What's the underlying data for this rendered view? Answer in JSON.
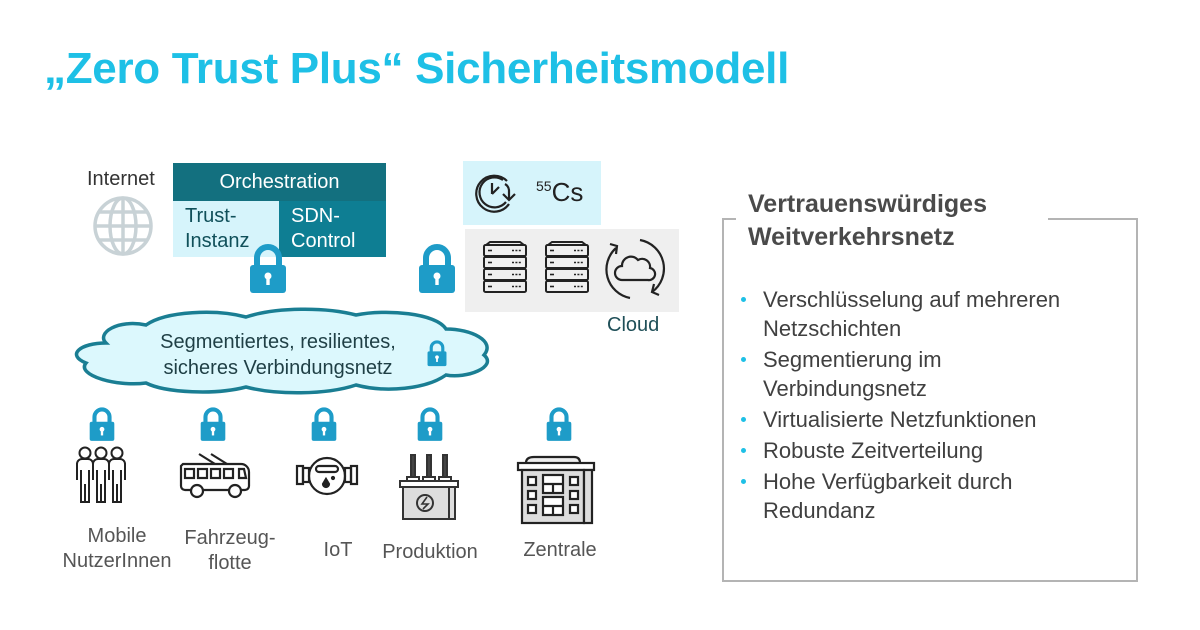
{
  "title": "„Zero Trust Plus“ Sicherheitsmodell",
  "colors": {
    "accent": "#1ec0e6",
    "orchestration_bg": "#13707f",
    "sdn_bg": "#0e7e93",
    "light_cyan": "#d6f4fb",
    "lock": "#1e9cc8",
    "panel_border": "#b4b4b4"
  },
  "diagram": {
    "internet": {
      "label": "Internet",
      "icon": "globe-icon"
    },
    "orchestration": {
      "label": "Orchestration",
      "trust_instance": {
        "line1": "Trust-",
        "line2": "Instanz"
      },
      "sdn_control": {
        "line1": "SDN-",
        "line2": "Control"
      }
    },
    "time_source": {
      "icon": "clock-sync-icon",
      "element": "Cs",
      "mass_number": "55"
    },
    "cloud": {
      "label": "Cloud",
      "icons": [
        "server-rack-icon",
        "server-rack-icon",
        "cloud-sync-icon"
      ]
    },
    "network": {
      "line1": "Segmentiertes, resilientes,",
      "line2": "sicheres Verbindungsnetz"
    },
    "devices": [
      {
        "line1": "Mobile",
        "line2": "NutzerInnen",
        "icon": "users-icon"
      },
      {
        "line1": "Fahrzeug-",
        "line2": "flotte",
        "icon": "trolleybus-icon"
      },
      {
        "line1": "IoT",
        "line2": "",
        "icon": "water-meter-icon"
      },
      {
        "line1": "Produktion",
        "line2": "",
        "icon": "transformer-icon"
      },
      {
        "line1": "Zentrale",
        "line2": "",
        "icon": "office-building-icon"
      }
    ]
  },
  "panel": {
    "title_line1": "Vertrauenswürdiges",
    "title_line2": "Weitverkehrsnetz",
    "bullets": [
      {
        "line1": "Verschlüsselung auf mehreren",
        "line2": "Netzschichten"
      },
      {
        "line1": "Segmentierung im",
        "line2": "Verbindungsnetz"
      },
      {
        "line1": "Virtualisierte Netzfunktionen",
        "line2": ""
      },
      {
        "line1": "Robuste Zeitverteilung",
        "line2": ""
      },
      {
        "line1": "Hohe Verfügbarkeit durch",
        "line2": "Redundanz"
      }
    ]
  }
}
